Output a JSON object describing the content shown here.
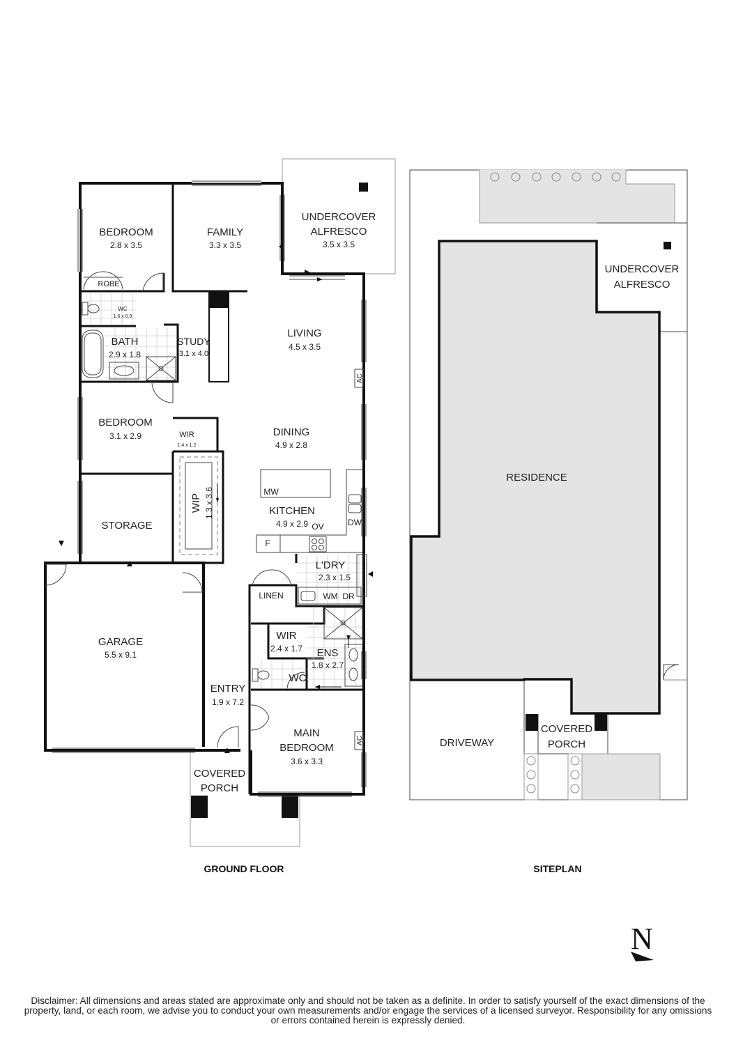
{
  "ground_floor": {
    "title": "GROUND FLOOR",
    "rooms": {
      "bedroom_nw": {
        "name": "BEDROOM",
        "dims": "2.8 x 3.5"
      },
      "family": {
        "name": "FAMILY",
        "dims": "3.3 x 3.5"
      },
      "alfresco_1": "UNDERCOVER",
      "alfresco_2": "ALFRESCO",
      "alfresco_dims": "3.5 x 3.5",
      "robe": "ROBE",
      "wc_small": {
        "name": "WC",
        "dims": "1.6 x 0.9"
      },
      "bath": {
        "name": "BATH",
        "dims": "2.9 x 1.8"
      },
      "study": {
        "name": "STUDY",
        "dims": "3.1 x 4.0"
      },
      "living": {
        "name": "LIVING",
        "dims": "4.5 x 3.5"
      },
      "bedroom_w": {
        "name": "BEDROOM",
        "dims": "3.1 x 2.9"
      },
      "wir_small": {
        "name": "WIR",
        "dims": "1.4 x 1.2"
      },
      "dining": {
        "name": "DINING",
        "dims": "4.9 x 2.8"
      },
      "wip": {
        "name": "WIP",
        "dims": "1.3 x 3.6"
      },
      "kitchen": {
        "name": "KITCHEN",
        "dims": "4.9 x 2.9"
      },
      "storage": "STORAGE",
      "laundry": {
        "name": "L'DRY",
        "dims": "2.3 x 1.5"
      },
      "linen": "LINEN",
      "garage": {
        "name": "GARAGE",
        "dims": "5.5 x 9.1"
      },
      "wir_main": {
        "name": "WIR",
        "dims": "2.4 x 1.7"
      },
      "ens": {
        "name": "ENS",
        "dims": "1.8 x 2.7"
      },
      "wc_ens": "WC",
      "entry": {
        "name": "ENTRY",
        "dims": "1.9 x 7.2"
      },
      "main_bedroom_1": "MAIN",
      "main_bedroom_2": "BEDROOM",
      "main_bedroom_dims": "3.6 x 3.3",
      "porch_1": "COVERED",
      "porch_2": "PORCH"
    },
    "appliances": {
      "ac": "AC",
      "mw": "MW",
      "ov": "OV",
      "dw": "DW",
      "fridge": "F",
      "wm": "WM",
      "dr": "DR"
    }
  },
  "siteplan": {
    "title": "SITEPLAN",
    "residence": "RESIDENCE",
    "alfresco_1": "UNDERCOVER",
    "alfresco_2": "ALFRESCO",
    "driveway": "DRIVEWAY",
    "porch_1": "COVERED",
    "porch_2": "PORCH"
  },
  "north_label": "N",
  "disclaimer": "Disclaimer: All dimensions and areas stated are approximate only and should not be taken as a definite. In order to satisfy yourself of the exact dimensions of the property, land, or each room, we advise you to conduct your own measurements and/or engage the services of a licensed surveyor. Responsibility for any omissions or errors contained herein is expressly denied."
}
